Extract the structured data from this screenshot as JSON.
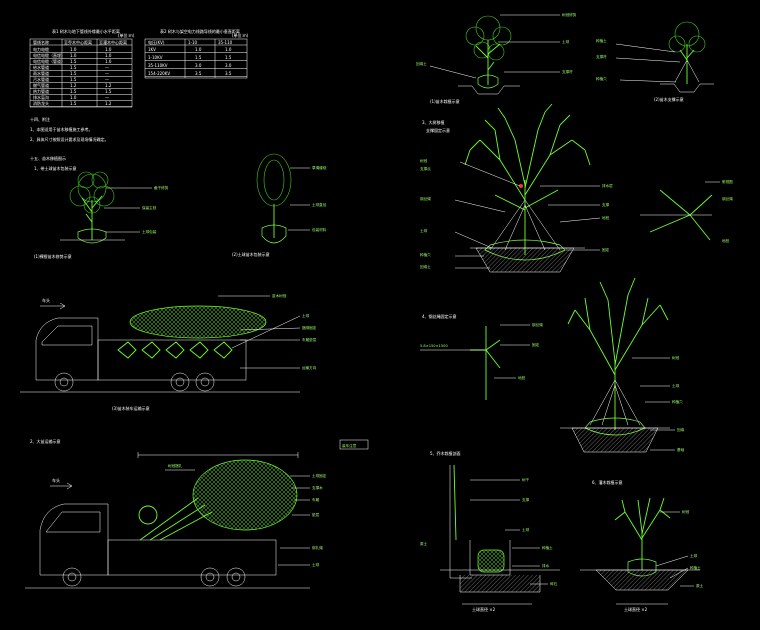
{
  "colors": {
    "background": "#000000",
    "line": "#7dff3a",
    "text": "#ffffff"
  },
  "table1": {
    "title": "表1 树木与地下管线外缘最小水平距离",
    "unit": "(单位:m)",
    "headers": [
      "管线名称",
      "至乔木中心距离",
      "至灌木中心距离"
    ],
    "rows": [
      [
        "电力电缆",
        "1.0",
        "1.0"
      ],
      [
        "电信电缆（直埋）",
        "1.0",
        "1.0"
      ],
      [
        "电信电缆（管道）",
        "1.5",
        "1.0"
      ],
      [
        "给水管道",
        "1.5",
        "—"
      ],
      [
        "雨水管道",
        "1.5",
        "—"
      ],
      [
        "污水管道",
        "1.5",
        "—"
      ],
      [
        "燃气管道",
        "1.2",
        "1.2"
      ],
      [
        "热力管道",
        "1.5",
        "1.5"
      ],
      [
        "排水盲沟",
        "1.0",
        "—"
      ],
      [
        "消防龙头",
        "1.5",
        "1.2"
      ]
    ]
  },
  "table2": {
    "title": "表2 树木与架空电力线路导线的最小垂直距离",
    "unit": "(单位:m)",
    "headers": [
      "电压(KV)",
      "1-10",
      "35-110"
    ],
    "rows": [
      [
        "1KV",
        "1.0",
        "1.0"
      ],
      [
        "1-10KV",
        "1.5",
        "1.5"
      ],
      [
        "35-110KV",
        "3.0",
        "3.0"
      ],
      [
        "154-220KV",
        "3.5",
        "3.5"
      ]
    ]
  },
  "notes": {
    "heading": "十四、附注",
    "n1": "1、本图适用于苗木移植施工参考。",
    "n2": "2、具体尺寸按照设计要求及现场情况确定。"
  },
  "sec_a": {
    "heading": "十五、苗木移植图示",
    "sub": "1、带土球苗木包装示意"
  },
  "sec_a1": {
    "caption": "(1)裸根苗木修剪示意",
    "l1": "截干修剪",
    "l2": "保留主枝",
    "l3": "土球包装"
  },
  "sec_a2": {
    "caption": "(2)土球苗木包装示意",
    "l1": "草绳缠绕",
    "l2": "土球直径",
    "l3": "包装材料"
  },
  "sec_truck1": {
    "label": "车头",
    "caption": "(3)苗木装车运输示意",
    "l1": "苗木树冠",
    "l2": "土球",
    "l3": "捆绑固定",
    "l4": "车厢垫层",
    "l5": "运输方向"
  },
  "sec_truck2": {
    "heading": "2、大苗运输示意",
    "label": "车头",
    "tag": "装车注意",
    "l1": "树冠捆扎",
    "l2": "土球固定",
    "l3": "支撑木",
    "l4": "车厢",
    "l5": "垫层",
    "l6": "绑扎绳",
    "l7": "土球"
  },
  "sec_right1": {
    "caption1": "(1)苗木栽植示意",
    "caption2": "(2)苗木支撑示意",
    "l1": "树冠修剪",
    "l2": "土球",
    "l3": "回填土",
    "l4": "支撑杆",
    "l5": "种植土",
    "l6": "支撑杆",
    "l7": "种植穴"
  },
  "sec_right3": {
    "heading": "3、大树移植",
    "sub": "支撑固定示意",
    "l1": "树冠",
    "l2": "支撑点",
    "l3": "钢丝绳",
    "l4": "土球",
    "l5": "种植穴",
    "l6": "回填土",
    "l7": "排水层",
    "l8": "支撑",
    "l9": "地桩",
    "l10": "固定",
    "l11": "俯视图",
    "l12": "钢丝绳",
    "l13": "地桩"
  },
  "sec_right4": {
    "heading": "4、钢丝绳固定示意",
    "spec": "5.8×150×1500",
    "l1": "钢丝绳",
    "l2": "固定",
    "l3": "地桩",
    "l4": "树冠",
    "l5": "土球",
    "l6": "种植穴",
    "l7": "回填",
    "l8": "基础"
  },
  "sec_right5": {
    "heading": "5、乔木栽植剖面",
    "l1": "树干",
    "l2": "支撑",
    "l3": "土球",
    "l4": "种植土",
    "l5": "排水",
    "l6": "碎石",
    "l7": "原土",
    "dim": "土球直径 ×2"
  },
  "sec_right6": {
    "heading": "6、灌木栽植示意",
    "l1": "树冠",
    "l2": "土球",
    "l3": "种植土",
    "l4": "原土",
    "dim": "土球直径 ×2"
  }
}
